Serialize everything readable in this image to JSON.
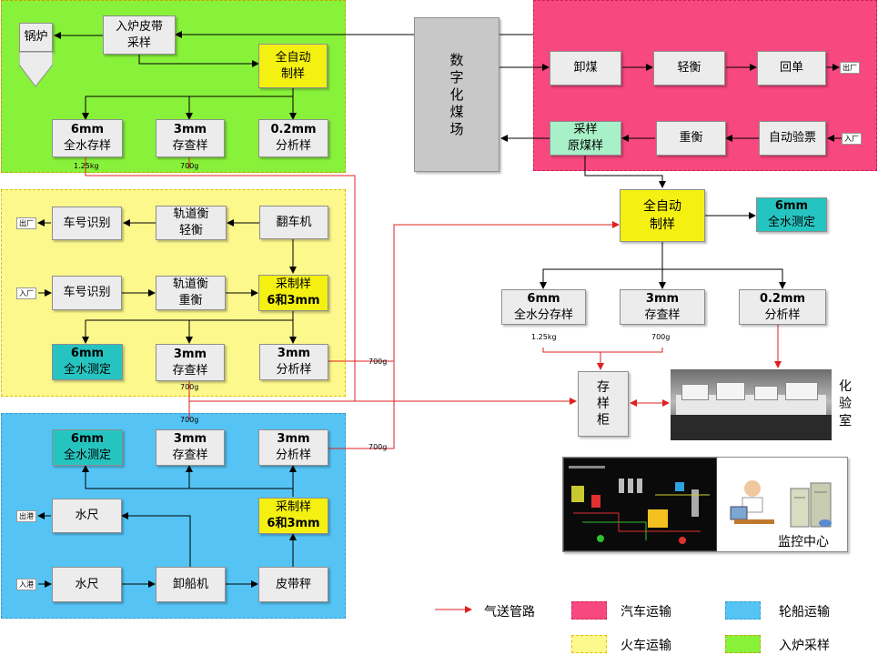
{
  "colors": {
    "truck": "#f7487f",
    "ship": "#55c4f5",
    "train": "#fdf88c",
    "furnace": "#88f23a",
    "pipe": "#e02020"
  },
  "green": {
    "boiler": "锅炉",
    "belt_sample": [
      "入炉皮带",
      "采样"
    ],
    "auto_prep": [
      "全自动",
      "制样"
    ],
    "s6": [
      "6mm",
      "全水存样"
    ],
    "s3": [
      "3mm",
      "存查样"
    ],
    "s02": [
      "0.2mm",
      "分析样"
    ],
    "w125": "1.25kg",
    "w700": "700g"
  },
  "yard": [
    "数",
    "字",
    "化",
    "煤",
    "场"
  ],
  "truck": {
    "unload": "卸煤",
    "light": "轻衡",
    "return": "回单",
    "exit": "出厂",
    "sample": [
      "采样",
      "原煤样"
    ],
    "heavy": "重衡",
    "ticket": "自动验票",
    "enter": "入厂"
  },
  "train": {
    "exit": "出厂",
    "id1": "车号识别",
    "rail_light": [
      "轨道衡",
      "轻衡"
    ],
    "dumper": "翻车机",
    "enter": "入厂",
    "id2": "车号识别",
    "rail_heavy": [
      "轨道衡",
      "重衡"
    ],
    "sampler": [
      "采制样",
      "6和3mm"
    ],
    "m6": [
      "6mm",
      "全水测定"
    ],
    "s3": [
      "3mm",
      "存查样"
    ],
    "a3": [
      "3mm",
      "分析样"
    ],
    "w700a": "700g",
    "w700b": "700g"
  },
  "ship": {
    "w700": "700g",
    "m6": [
      "6mm",
      "全水测定"
    ],
    "s3": [
      "3mm",
      "存查样"
    ],
    "a3": [
      "3mm",
      "分析样"
    ],
    "w700b": "700g",
    "exit": "出港",
    "ruler1": "水尺",
    "sampler": [
      "采制样",
      "6和3mm"
    ],
    "enter": "入港",
    "ruler2": "水尺",
    "unloader": "卸船机",
    "scale": "皮带秤"
  },
  "center": {
    "auto_prep": [
      "全自动",
      "制样"
    ],
    "m6": [
      "6mm",
      "全水测定"
    ],
    "s6": [
      "6mm",
      "全水分存样"
    ],
    "s3": [
      "3mm",
      "存查样"
    ],
    "a02": [
      "0.2mm",
      "分析样"
    ],
    "w125": "1.25kg",
    "w700": "700g",
    "cabinet": [
      "存",
      "样",
      "柜"
    ],
    "lab": [
      "化",
      "验",
      "室"
    ],
    "monitor_label": "监控中心"
  },
  "legend": {
    "pipe": "气送管路",
    "truck": "汽车运输",
    "ship": "轮船运输",
    "train": "火车运输",
    "furnace": "入炉采样"
  }
}
